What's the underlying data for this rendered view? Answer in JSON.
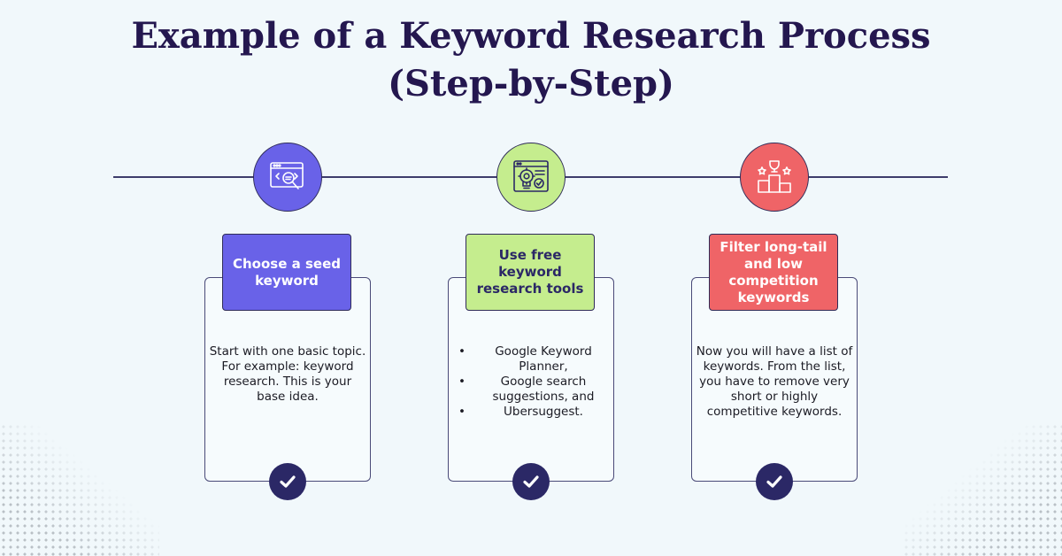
{
  "title": {
    "line1": "Example of a Keyword Research Process",
    "line2": "(Step-by-Step)"
  },
  "colors": {
    "title": "#24174f",
    "timeline": "#3e3d6b",
    "step1_accent": "#6962e8",
    "step2_accent": "#c5ed8e",
    "step3_accent": "#ef6467",
    "check": "#2b2866",
    "background": "#f1f8fb"
  },
  "steps": [
    {
      "icon": "keyword-search-browser-icon",
      "title": "Choose a seed keyword",
      "body": "Start with one basic topic. For example: keyword research. This is your base idea."
    },
    {
      "icon": "research-tools-gear-icon",
      "title": "Use free keyword research tools",
      "bullets": [
        "Google Keyword Planner,",
        "Google search suggestions, and",
        "Ubersuggest."
      ]
    },
    {
      "icon": "podium-trophy-icon",
      "title": "Filter long-tail and low competition keywords",
      "body": "Now you will have a list of keywords. From the list, you have to remove very short or highly competitive keywords."
    }
  ]
}
